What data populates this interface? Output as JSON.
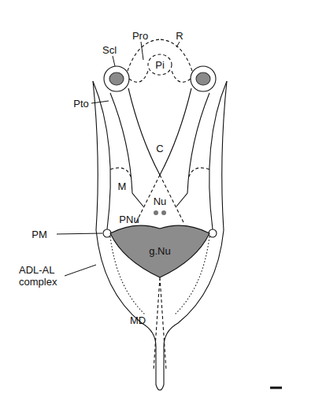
{
  "diagram": {
    "nodes": [
      {
        "text": [
          "g.Nu"
        ]
      }
    ],
    "labels": [
      "Scl",
      "Pro",
      "R",
      "Pi",
      "Pto",
      "C",
      "M",
      "Nu",
      "PNu",
      "PM",
      "ADL-AL complex",
      "MD"
    ]
  }
}
